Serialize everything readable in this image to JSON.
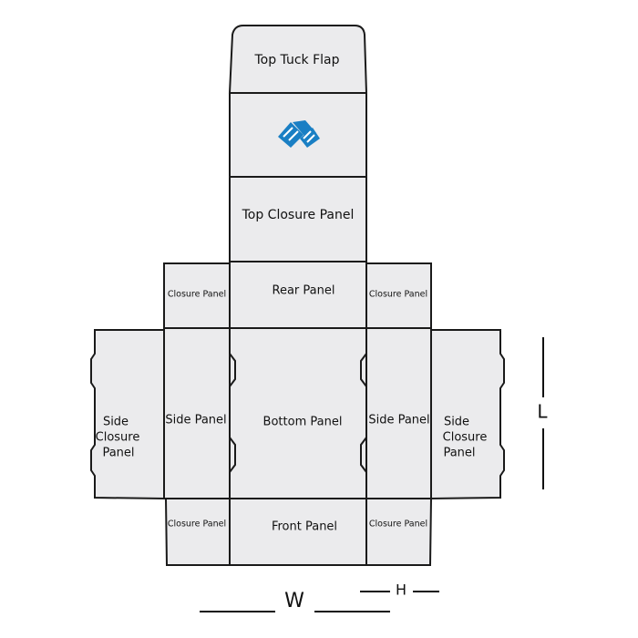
{
  "panels": {
    "top_tuck_flap": "Top Tuck Flap",
    "top_closure_panel": "Top Closure Panel",
    "rear_panel": "Rear Panel",
    "bottom_panel": "Bottom Panel",
    "front_panel": "Front Panel",
    "side_panel_left": "Side Panel",
    "side_panel_right": "Side Panel",
    "closure_panel_top_left": "Closure Panel",
    "closure_panel_top_right": "Closure Panel",
    "closure_panel_bottom_left": "Closure Panel",
    "closure_panel_bottom_right": "Closure Panel",
    "side_closure_left": [
      "Side",
      "Closure",
      "Panel"
    ],
    "side_closure_right": [
      "Side",
      "Closure",
      "Panel"
    ]
  },
  "dimensions": {
    "width": "W",
    "height": "H",
    "length": "L"
  },
  "colors": {
    "panel_fill": "#ebebed",
    "outline": "#1a1a1a",
    "logo_blue": "#1a7fc4"
  },
  "logo_icon": "brand-logo-icon"
}
